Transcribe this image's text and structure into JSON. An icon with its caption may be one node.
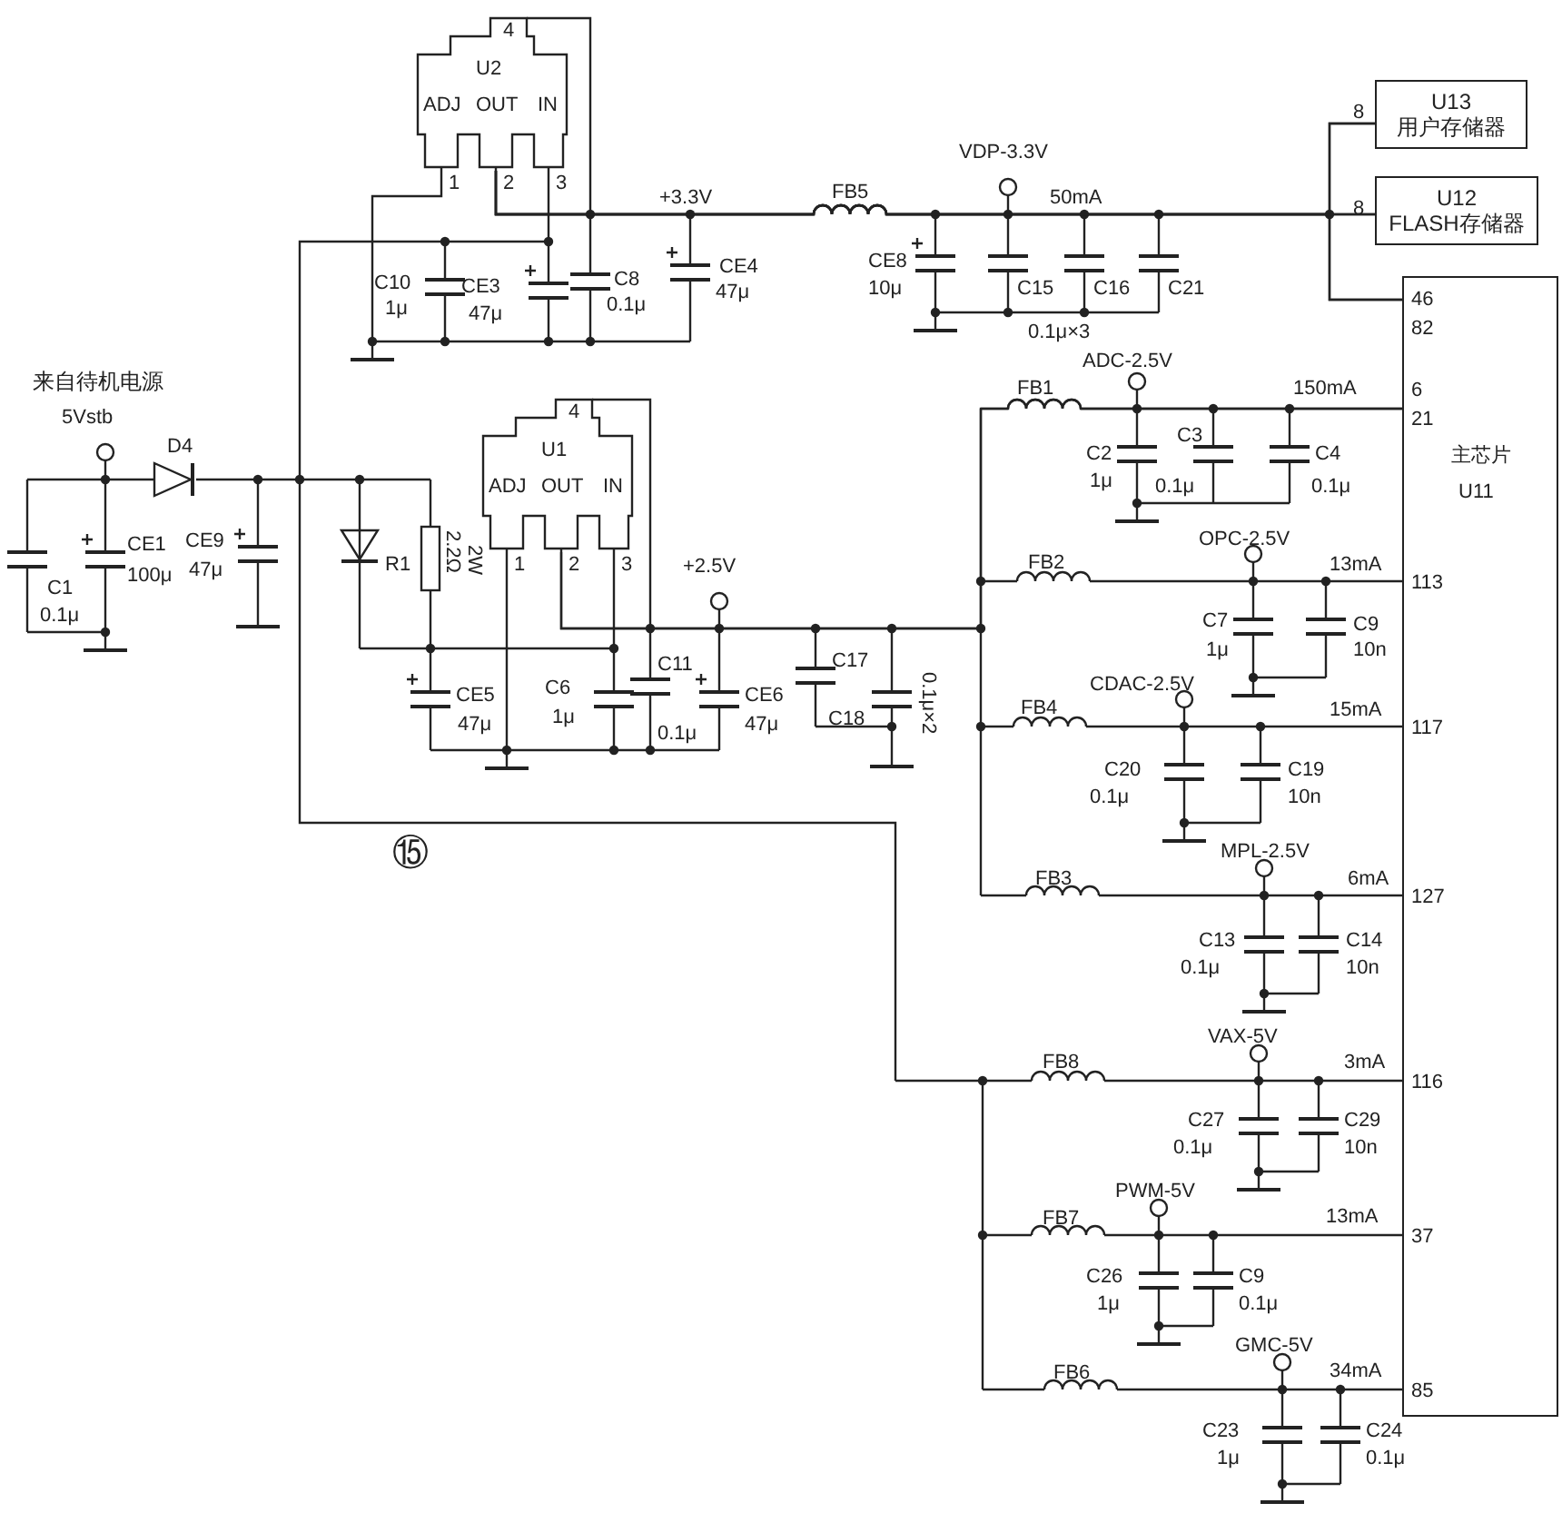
{
  "diagram": {
    "nodes": [
      {
        "text": [
          "4",
          "U2",
          "ADJ",
          "OUT",
          "IN"
        ],
        "beside": [
          "1",
          "2",
          "3"
        ]
      },
      {
        "text": [
          "4",
          "U1",
          "ADJ",
          "OUT",
          "IN"
        ],
        "beside": [
          "1",
          "2",
          "3"
        ]
      },
      {
        "text": [
          "U13",
          "用户存储器"
        ],
        "beside": [
          "8"
        ]
      },
      {
        "text": [
          "U12",
          "FLASH存储器"
        ],
        "beside": [
          "8"
        ]
      },
      {
        "text": [
          "46",
          "82",
          "6",
          "21",
          "主芯片",
          "U11",
          "113",
          "117",
          "127",
          "116",
          "37",
          "85"
        ]
      }
    ],
    "edges": [
      {
        "from": 0,
        "to": 2,
        "arrow": "none"
      },
      {
        "from": 0,
        "to": 3,
        "arrow": "none"
      },
      {
        "from": 0,
        "to": 4,
        "arrow": "none"
      },
      {
        "from": 1,
        "to": 4,
        "arrow": "none"
      }
    ],
    "labels": [
      "+3.3V",
      "FB5",
      "VDP-3.3V",
      "50mA",
      "C10",
      "1μ",
      "CE3",
      "47μ",
      "C8",
      "0.1μ",
      "CE4",
      "47μ",
      "CE8",
      "10μ",
      "C15",
      "C16",
      "C21",
      "0.1μ×3",
      "来自待机电源",
      "5Vstb",
      "D4",
      "R1",
      "2.2Ω",
      "2W",
      "+2.5V",
      "C1",
      "0.1μ",
      "CE1",
      "100μ",
      "CE9",
      "47μ",
      "CE5",
      "47μ",
      "C6",
      "1μ",
      "C11",
      "0.1μ",
      "CE6",
      "47μ",
      "C17",
      "C18",
      "0.1μ×2",
      "ADC-2.5V",
      "FB1",
      "150mA",
      "C2",
      "1μ",
      "C3",
      "0.1μ",
      "C4",
      "0.1μ",
      "FB2",
      "OPC-2.5V",
      "13mA",
      "C7",
      "1μ",
      "C9",
      "10n",
      "FB4",
      "CDAC-2.5V",
      "15mA",
      "C20",
      "0.1μ",
      "C19",
      "10n",
      "⑮",
      "FB3",
      "MPL-2.5V",
      "6mA",
      "C13",
      "0.1μ",
      "C14",
      "10n",
      "FB8",
      "VAX-5V",
      "3mA",
      "C27",
      "0.1μ",
      "C29",
      "10n",
      "FB7",
      "PWM-5V",
      "13mA",
      "C26",
      "1μ",
      "C9",
      "0.1μ",
      "FB6",
      "GMC-5V",
      "34mA",
      "C23",
      "1μ",
      "C24",
      "0.1μ"
    ]
  }
}
